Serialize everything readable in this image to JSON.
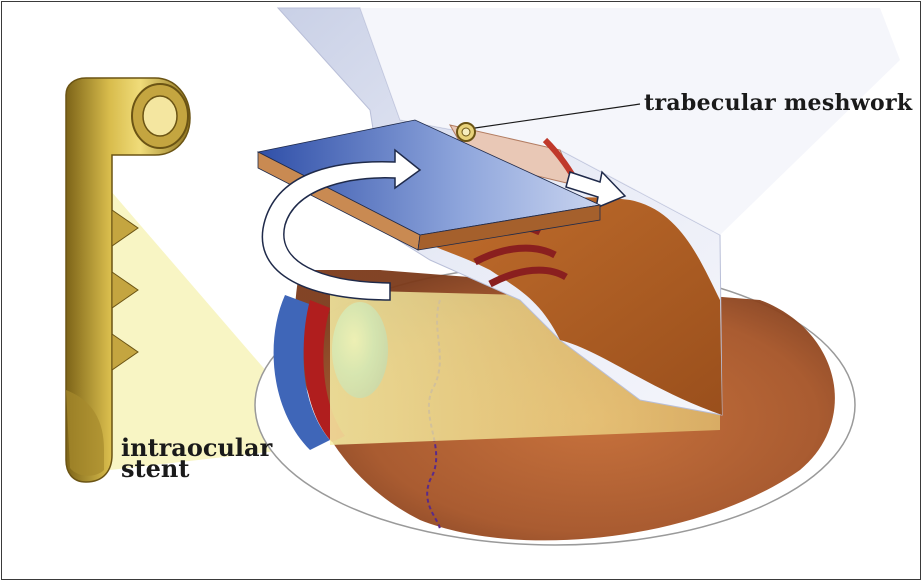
{
  "labels": {
    "trabecular": "trabecular meshwork",
    "stent_line1": "intraocular",
    "stent_line2": "stent"
  },
  "colors": {
    "stent_gold": "#c9a93a",
    "stent_dark": "#7a6218",
    "lens_blue": "#39b3e6",
    "iris_blue": "#3f66b8",
    "tissue_brown": "#b8652a",
    "highlight_yellow": "#f6ee9c",
    "cornea_panel": "#e7e9f4",
    "arrow_fill": "#ffffff",
    "arrow_outline": "#1f2a4a"
  },
  "icons": [
    "stent-icon",
    "curved-arrow-icon",
    "flow-arrow-icon",
    "eyeball-illustration"
  ]
}
